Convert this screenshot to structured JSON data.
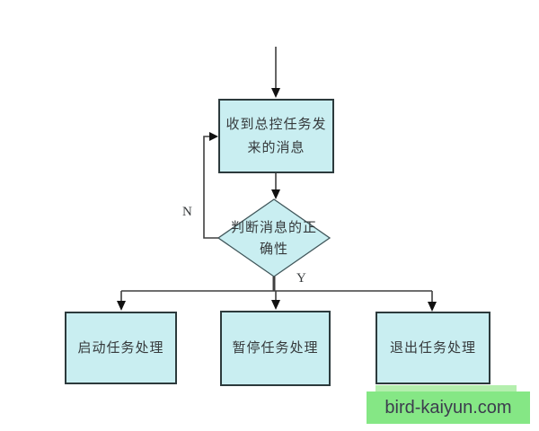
{
  "colors": {
    "canvas-bg": "#ffffff",
    "node-fill": "#c9eef1",
    "node-border": "#2c3a3c",
    "diamond-border": "#40565a",
    "line": "#3f3f3f",
    "arrow": "#111111",
    "text": "#35393b",
    "watermark-bg": "#85e785",
    "watermark-strip": "#b4efae",
    "watermark-text": "#3c3c4e"
  },
  "flowchart": {
    "nodes": {
      "receive": {
        "label": "收到总控任务发来的消息"
      },
      "decision": {
        "label": "判断消息的正确性"
      },
      "start": {
        "label": "启动任务处理"
      },
      "pause": {
        "label": "暂停任务处理"
      },
      "exit": {
        "label": "退出任务处理"
      }
    },
    "branch_labels": {
      "no": "N",
      "yes": "Y"
    }
  },
  "watermark": {
    "text": "bird-kaiyun.com"
  }
}
